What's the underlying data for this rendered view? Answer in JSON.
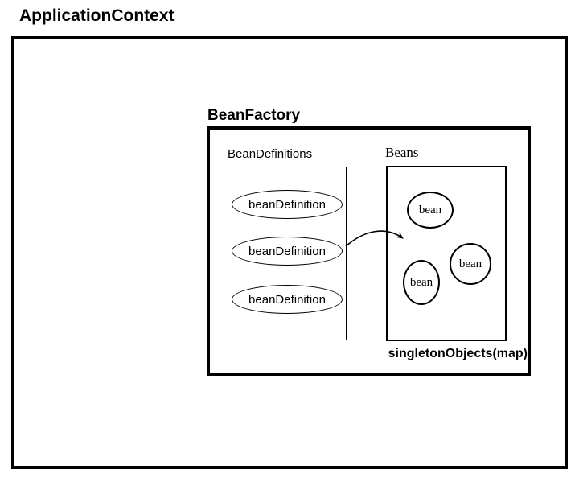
{
  "diagram": {
    "title": "ApplicationContext",
    "bean_factory": {
      "label": "BeanFactory",
      "bean_definitions": {
        "label": "BeanDefinitions",
        "items": [
          {
            "label": "beanDefinition"
          },
          {
            "label": "beanDefinition"
          },
          {
            "label": "beanDefinition"
          }
        ]
      },
      "beans": {
        "label": "Beans",
        "items": [
          {
            "label": "bean"
          },
          {
            "label": "bean"
          },
          {
            "label": "bean"
          }
        ],
        "caption": "singletonObjects(map)"
      },
      "arrow": "beanDefinition-to-bean"
    },
    "colors": {
      "line": "#000000",
      "background": "#ffffff"
    }
  }
}
